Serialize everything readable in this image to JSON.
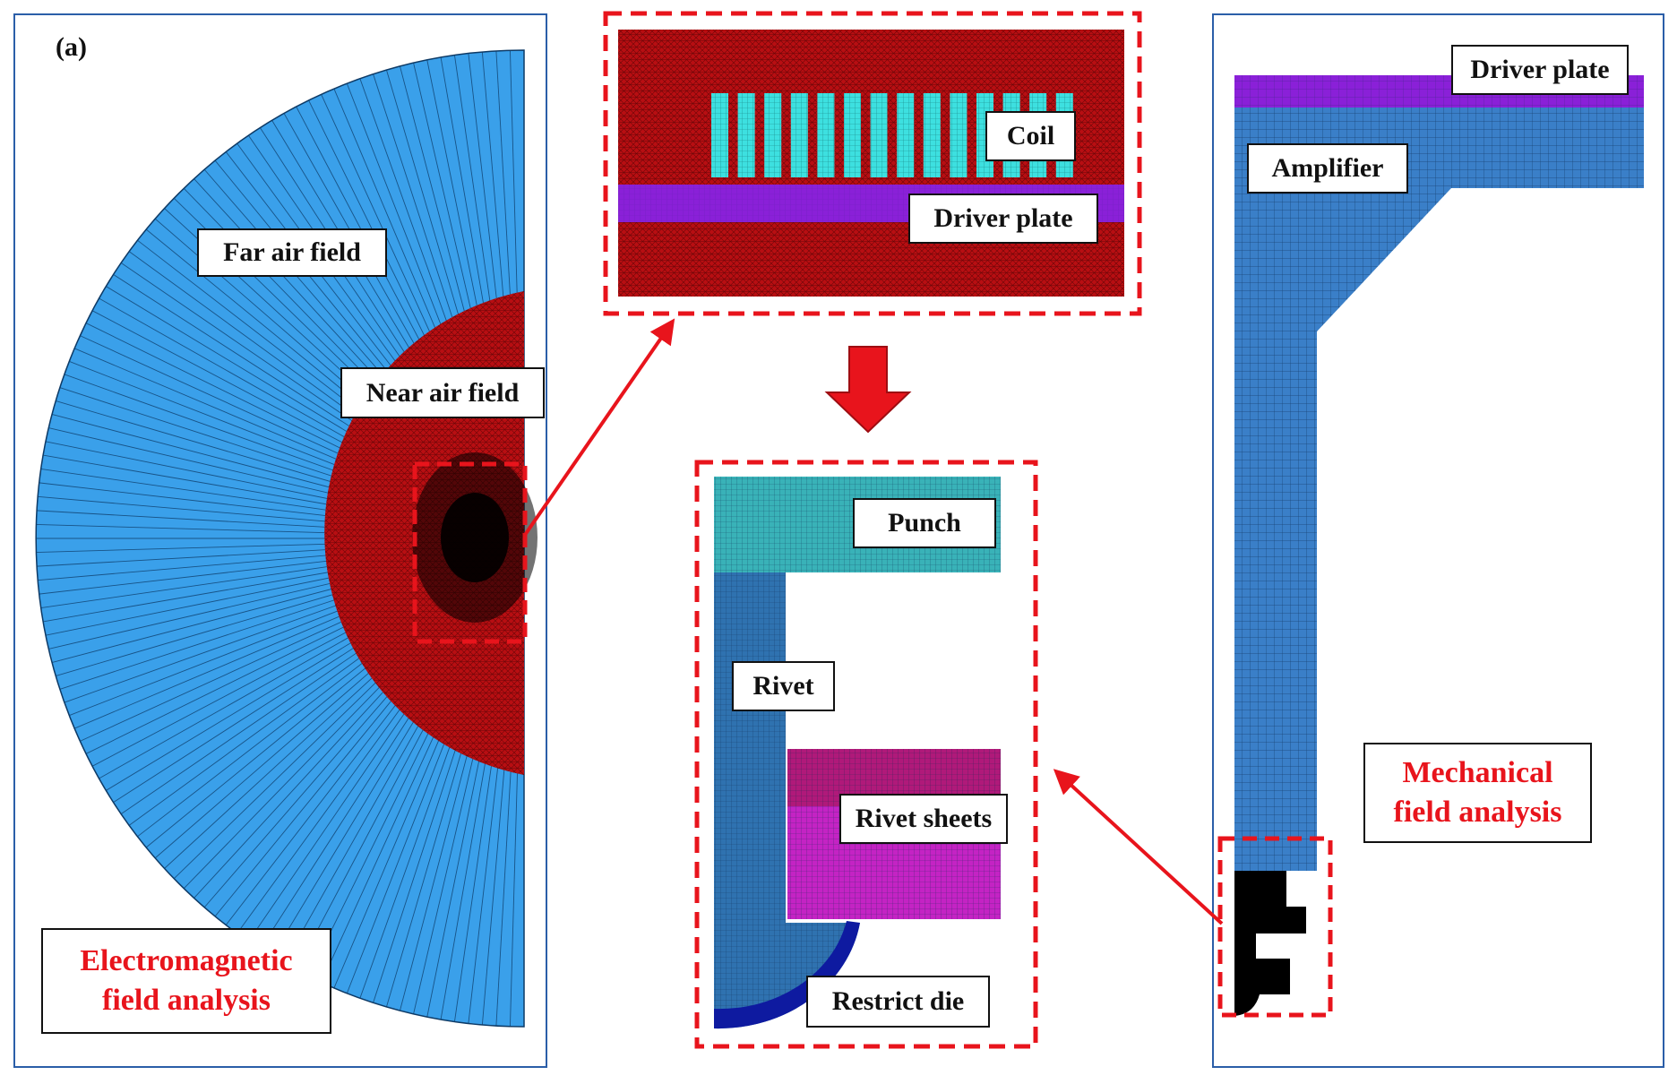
{
  "figure": {
    "panel_tag": "(a)",
    "colors": {
      "far_air": "#3aa0ea",
      "near_air": "#b80e12",
      "coil": "#3de0e0",
      "driver_plate": "#8a20d8",
      "punch": "#39b2b8",
      "rivet": "#2f72b0",
      "rivet_sheet_top": "#b0197a",
      "rivet_sheet_bottom": "#c423c4",
      "restrict_die": "#0e1aa0",
      "amplifier": "#3a7fc8",
      "highlight": "#e8141c"
    }
  },
  "left_panel": {
    "far_air_label": "Far air field",
    "near_air_label": "Near air field",
    "caption_line1": "Electromagnetic",
    "caption_line2": "field analysis"
  },
  "top_zoom": {
    "coil_label": "Coil",
    "driver_plate_label": "Driver plate",
    "coil_turns": 14
  },
  "middle_zoom": {
    "punch_label": "Punch",
    "rivet_label": "Rivet",
    "rivet_sheets_label": "Rivet sheets",
    "restrict_die_label": "Restrict die"
  },
  "right_panel": {
    "driver_plate_label": "Driver plate",
    "amplifier_label": "Amplifier",
    "caption_line1": "Mechanical",
    "caption_line2": "field analysis"
  }
}
